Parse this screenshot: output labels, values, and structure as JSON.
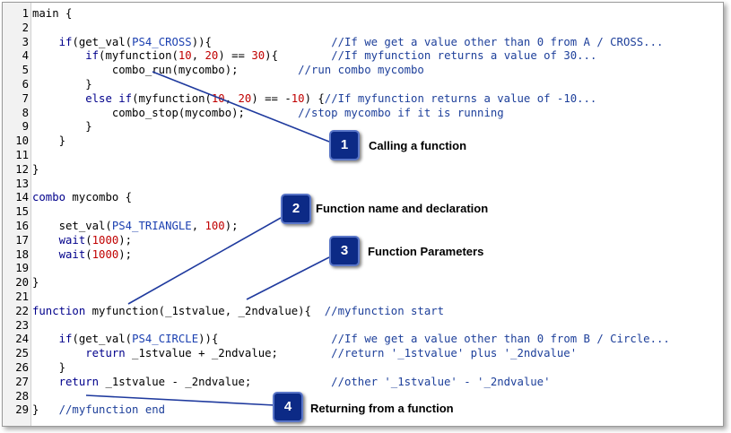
{
  "code_lines": [
    {
      "n": "1",
      "parts": [
        [
          "tx",
          "main {"
        ]
      ]
    },
    {
      "n": "2",
      "parts": []
    },
    {
      "n": "3",
      "parts": [
        [
          "tx",
          "    "
        ],
        [
          "kw",
          "if"
        ],
        [
          "tx",
          "(get_val("
        ],
        [
          "cst",
          "PS4_CROSS"
        ],
        [
          "tx",
          "))"
        ],
        [
          "tx",
          "{"
        ],
        [
          "tx",
          "                  "
        ],
        [
          "cm",
          "//If we get a value other than 0 from A / CROSS..."
        ]
      ]
    },
    {
      "n": "4",
      "parts": [
        [
          "tx",
          "        "
        ],
        [
          "kw",
          "if"
        ],
        [
          "tx",
          "(myfunction("
        ],
        [
          "num",
          "10"
        ],
        [
          "tx",
          ", "
        ],
        [
          "num",
          "20"
        ],
        [
          "tx",
          ") == "
        ],
        [
          "num",
          "30"
        ],
        [
          "tx",
          "){"
        ],
        [
          "tx",
          "        "
        ],
        [
          "cm",
          "//If myfunction returns a value of 30..."
        ]
      ]
    },
    {
      "n": "5",
      "parts": [
        [
          "tx",
          "            combo_run(mycombo);"
        ],
        [
          "tx",
          "         "
        ],
        [
          "cm",
          "//run combo mycombo"
        ]
      ]
    },
    {
      "n": "6",
      "parts": [
        [
          "tx",
          "        }"
        ]
      ]
    },
    {
      "n": "7",
      "parts": [
        [
          "tx",
          "        "
        ],
        [
          "kw",
          "else if"
        ],
        [
          "tx",
          "(myfunction("
        ],
        [
          "num",
          "10"
        ],
        [
          "tx",
          ", "
        ],
        [
          "num",
          "20"
        ],
        [
          "tx",
          ") == -"
        ],
        [
          "num",
          "10"
        ],
        [
          "tx",
          ") {"
        ],
        [
          "cm",
          "//If myfunction returns a value of -10..."
        ]
      ]
    },
    {
      "n": "8",
      "parts": [
        [
          "tx",
          "            combo_stop(mycombo);"
        ],
        [
          "tx",
          "        "
        ],
        [
          "cm",
          "//stop mycombo if it is running"
        ]
      ]
    },
    {
      "n": "9",
      "parts": [
        [
          "tx",
          "        }"
        ]
      ]
    },
    {
      "n": "10",
      "parts": [
        [
          "tx",
          "    }"
        ]
      ]
    },
    {
      "n": "11",
      "parts": []
    },
    {
      "n": "12",
      "parts": [
        [
          "tx",
          "}"
        ]
      ]
    },
    {
      "n": "13",
      "parts": []
    },
    {
      "n": "14",
      "parts": [
        [
          "kw",
          "combo"
        ],
        [
          "tx",
          " mycombo {"
        ]
      ]
    },
    {
      "n": "15",
      "parts": []
    },
    {
      "n": "16",
      "parts": [
        [
          "tx",
          "    set_val("
        ],
        [
          "cst",
          "PS4_TRIANGLE"
        ],
        [
          "tx",
          ", "
        ],
        [
          "num",
          "100"
        ],
        [
          "tx",
          ");"
        ]
      ]
    },
    {
      "n": "17",
      "parts": [
        [
          "tx",
          "    "
        ],
        [
          "kw",
          "wait"
        ],
        [
          "tx",
          "("
        ],
        [
          "num",
          "1000"
        ],
        [
          "tx",
          ");"
        ]
      ]
    },
    {
      "n": "18",
      "parts": [
        [
          "tx",
          "    "
        ],
        [
          "kw",
          "wait"
        ],
        [
          "tx",
          "("
        ],
        [
          "num",
          "1000"
        ],
        [
          "tx",
          ");"
        ]
      ]
    },
    {
      "n": "19",
      "parts": []
    },
    {
      "n": "20",
      "parts": [
        [
          "tx",
          "}"
        ]
      ]
    },
    {
      "n": "21",
      "parts": []
    },
    {
      "n": "22",
      "parts": [
        [
          "kw",
          "function"
        ],
        [
          "tx",
          " myfunction(_1stvalue, _2ndvalue){"
        ],
        [
          "tx",
          "  "
        ],
        [
          "cm",
          "//myfunction start"
        ]
      ]
    },
    {
      "n": "23",
      "parts": []
    },
    {
      "n": "24",
      "parts": [
        [
          "tx",
          "    "
        ],
        [
          "kw",
          "if"
        ],
        [
          "tx",
          "(get_val("
        ],
        [
          "cst",
          "PS4_CIRCLE"
        ],
        [
          "tx",
          "))"
        ],
        [
          "tx",
          "{"
        ],
        [
          "tx",
          "                 "
        ],
        [
          "cm",
          "//If we get a value other than 0 from B / Circle..."
        ]
      ]
    },
    {
      "n": "25",
      "parts": [
        [
          "tx",
          "        "
        ],
        [
          "kw",
          "return"
        ],
        [
          "tx",
          " _1stvalue + _2ndvalue;"
        ],
        [
          "tx",
          "        "
        ],
        [
          "cm",
          "//return '_1stvalue' plus '_2ndvalue'"
        ]
      ]
    },
    {
      "n": "26",
      "parts": [
        [
          "tx",
          "    }"
        ]
      ]
    },
    {
      "n": "27",
      "parts": [
        [
          "tx",
          "    "
        ],
        [
          "kw",
          "return"
        ],
        [
          "tx",
          " _1stvalue - _2ndvalue;"
        ],
        [
          "tx",
          "            "
        ],
        [
          "cm",
          "//other '_1stvalue' - '_2ndvalue'"
        ]
      ]
    },
    {
      "n": "28",
      "parts": []
    },
    {
      "n": "29",
      "parts": [
        [
          "tx",
          "}   "
        ],
        [
          "cm",
          "//myfunction end"
        ]
      ]
    }
  ],
  "callouts": {
    "c1": {
      "number": "1",
      "label": "Calling a function"
    },
    "c2": {
      "number": "2",
      "label": "Function name and declaration"
    },
    "c3": {
      "number": "3",
      "label": "Function Parameters"
    },
    "c4": {
      "number": "4",
      "label": "Returning from a function"
    }
  },
  "colors": {
    "badge": "#0c2a86",
    "keyword": "#00008b",
    "constant": "#1a3fb0",
    "number": "#c00000",
    "comment": "#1d3f9a",
    "leader": "#1f3a9e"
  }
}
